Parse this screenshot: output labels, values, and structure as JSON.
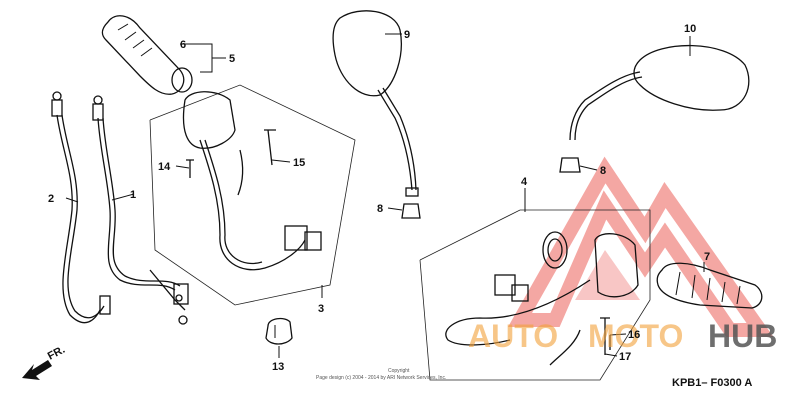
{
  "callouts": [
    {
      "id": "c1",
      "label": "1"
    },
    {
      "id": "c2",
      "label": "2"
    },
    {
      "id": "c3",
      "label": "3"
    },
    {
      "id": "c4",
      "label": "4"
    },
    {
      "id": "c5",
      "label": "5"
    },
    {
      "id": "c6",
      "label": "6"
    },
    {
      "id": "c7",
      "label": "7"
    },
    {
      "id": "c8a",
      "label": "8"
    },
    {
      "id": "c8b",
      "label": "8"
    },
    {
      "id": "c9",
      "label": "9"
    },
    {
      "id": "c10",
      "label": "10"
    },
    {
      "id": "c13",
      "label": "13"
    },
    {
      "id": "c14",
      "label": "14"
    },
    {
      "id": "c15",
      "label": "15"
    },
    {
      "id": "c16",
      "label": "16"
    },
    {
      "id": "c17",
      "label": "17"
    }
  ],
  "direction_label": "FR.",
  "diagram_code": "KPB1– F0300 A",
  "copyright_line1": "Copyright",
  "copyright_line2": "Page design (c) 2004 - 2014 by ARI Network Services, Inc.",
  "watermark": {
    "text_part1": "AUTO",
    "text_part2": "MOTO",
    "text_part3": "HUB",
    "color_red": "#e8413b",
    "color_orange": "#f2a13a",
    "color_dark": "#555555"
  }
}
